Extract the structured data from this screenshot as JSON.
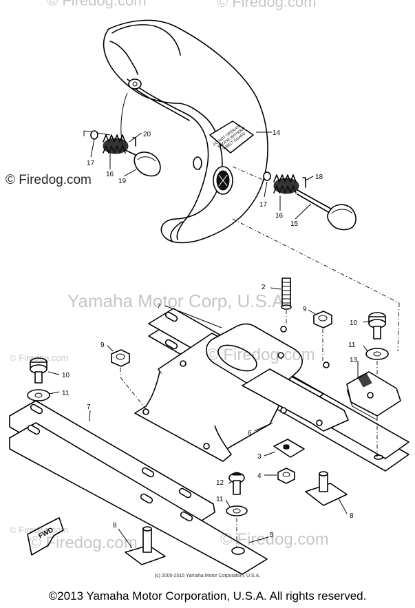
{
  "watermarks": {
    "main": "Yamaha Motor Corp, U.S.A.",
    "site_left": "© Firedog.com",
    "site_repeat": "© Firedog.com",
    "site_short": "© Firedog.com"
  },
  "cover_label": {
    "line1": "DO NOT OPERATE",
    "line2": "ENGINE WITHOUT",
    "line3": "V-BELT GUARD"
  },
  "callouts": {
    "c2": "2",
    "c3": "3",
    "c4": "4",
    "c5": "5",
    "c6": "6",
    "c7a": "7",
    "c7b": "7",
    "c8a": "8",
    "c8b": "8",
    "c9a": "9",
    "c9b": "9",
    "c10a": "10",
    "c10b": "10",
    "c11a": "11",
    "c11b": "11",
    "c11c": "11",
    "c12": "12",
    "c13": "13",
    "c14": "14",
    "c15": "15",
    "c16a": "16",
    "c16b": "16",
    "c17a": "17",
    "c17b": "17",
    "c18": "18",
    "c19": "19",
    "c20": "20",
    "fwd": "FWD"
  },
  "footer": {
    "subcopy": "(c) 2005-2015 Yamaha Motor Corporation, U.S.A.",
    "copyright": "©2013 Yamaha Motor Corporation, U.S.A. All rights reserved."
  }
}
